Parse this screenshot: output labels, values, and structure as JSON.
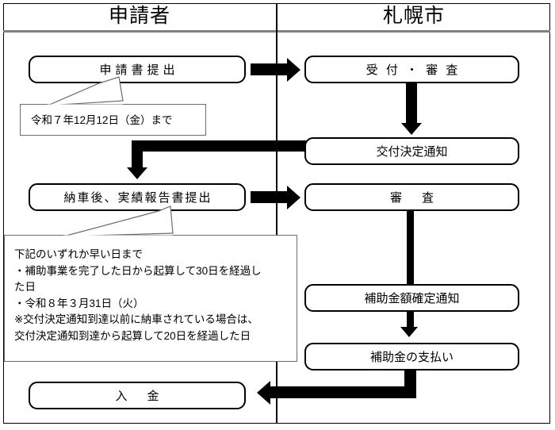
{
  "diagram": {
    "columns": [
      {
        "id": "applicant",
        "label": "申請者"
      },
      {
        "id": "city",
        "label": "札幌市"
      }
    ],
    "boxes": [
      {
        "id": "application-submission",
        "label": "申請書提出",
        "column": "applicant"
      },
      {
        "id": "delivery-report",
        "label": "納車後、実績報告書提出",
        "column": "applicant"
      },
      {
        "id": "payment-received",
        "label": "入　金",
        "column": "applicant"
      },
      {
        "id": "reception-review",
        "label": "受 付 ・ 審 査",
        "column": "city"
      },
      {
        "id": "grant-decision-notice",
        "label": "交付決定通知",
        "column": "city"
      },
      {
        "id": "review",
        "label": "審　査",
        "column": "city"
      },
      {
        "id": "amount-confirm-notice",
        "label": "補助金額確定通知",
        "column": "city"
      },
      {
        "id": "subsidy-payment",
        "label": "補助金の支払い",
        "column": "city"
      }
    ],
    "notes": [
      {
        "id": "deadline-note",
        "text": "令和７年12月12日（金）まで"
      },
      {
        "id": "report-deadline-note",
        "line1": "下記のいずれか早い日まで",
        "line2": "・補助事業を完了した日から起算して30日を経過し",
        "line3": "た日",
        "line4": "・令和８年３月31日（火）",
        "line5": "※交付決定通知到達以前に納車されている場合は、",
        "line6": "交付決定通知到達から起算して20日を経過した日"
      }
    ],
    "connectors": [
      {
        "id": "arrow-submit-to-reception",
        "kind": "arrow-right"
      },
      {
        "id": "arrow-reception-to-decision",
        "kind": "arrow-down"
      },
      {
        "id": "arrow-decision-to-report",
        "kind": "elbow-left-down"
      },
      {
        "id": "arrow-report-to-review",
        "kind": "arrow-right"
      },
      {
        "id": "line-review-to-amount",
        "kind": "line-down"
      },
      {
        "id": "arrow-amount-to-payment",
        "kind": "arrow-down"
      },
      {
        "id": "arrow-payment-to-received",
        "kind": "elbow-down-left"
      }
    ],
    "colors": {
      "stroke": "#000000",
      "note_border": "#6b6b6b",
      "header_rule": "#808080",
      "background": "#ffffff"
    }
  }
}
